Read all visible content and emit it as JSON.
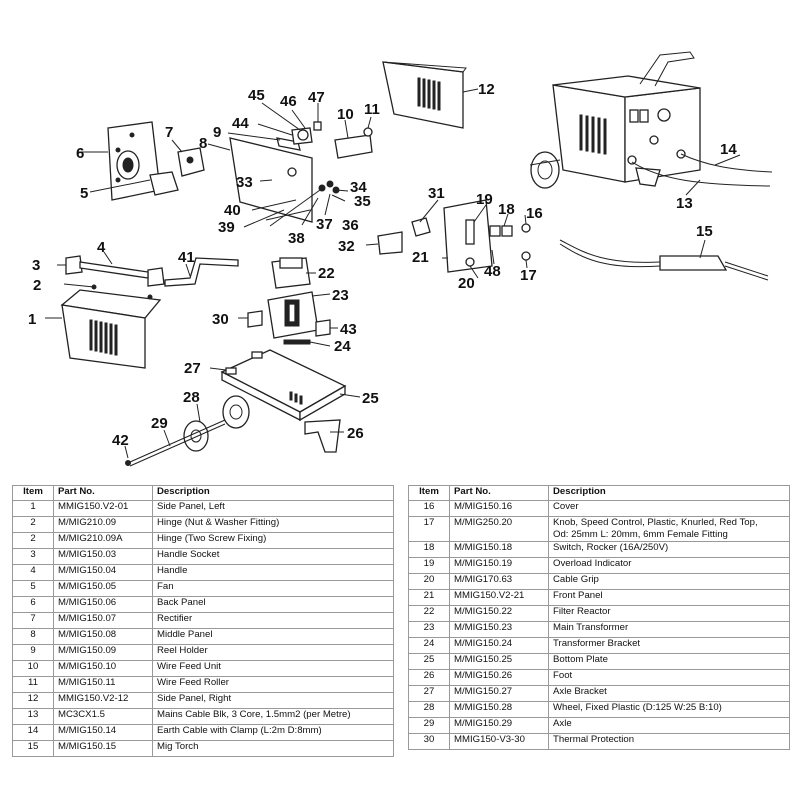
{
  "callouts": [
    "1",
    "2",
    "3",
    "4",
    "5",
    "6",
    "7",
    "8",
    "9",
    "10",
    "11",
    "12",
    "13",
    "14",
    "15",
    "16",
    "17",
    "18",
    "19",
    "20",
    "21",
    "22",
    "23",
    "24",
    "25",
    "26",
    "27",
    "28",
    "29",
    "30",
    "31",
    "32",
    "33",
    "34",
    "35",
    "36",
    "37",
    "38",
    "39",
    "40",
    "41",
    "42",
    "43",
    "44",
    "45",
    "46",
    "47",
    "48"
  ],
  "table": {
    "headers": {
      "item": "Item",
      "part_no": "Part No.",
      "description": "Description"
    },
    "left_rows": [
      {
        "item": "1",
        "part_no": "MMIG150.V2-01",
        "description": "Side Panel, Left"
      },
      {
        "item": "2",
        "part_no": "M/MIG210.09",
        "description": "Hinge (Nut & Washer Fitting)"
      },
      {
        "item": "2",
        "part_no": "M/MIG210.09A",
        "description": "Hinge (Two Screw Fixing)"
      },
      {
        "item": "3",
        "part_no": "M/MIG150.03",
        "description": "Handle Socket"
      },
      {
        "item": "4",
        "part_no": "M/MIG150.04",
        "description": "Handle"
      },
      {
        "item": "5",
        "part_no": "M/MIG150.05",
        "description": "Fan"
      },
      {
        "item": "6",
        "part_no": "M/MIG150.06",
        "description": "Back Panel"
      },
      {
        "item": "7",
        "part_no": "M/MIG150.07",
        "description": "Rectifier"
      },
      {
        "item": "8",
        "part_no": "M/MIG150.08",
        "description": "Middle Panel"
      },
      {
        "item": "9",
        "part_no": "M/MIG150.09",
        "description": "Reel Holder"
      },
      {
        "item": "10",
        "part_no": "M/MIG150.10",
        "description": "Wire Feed Unit"
      },
      {
        "item": "11",
        "part_no": "M/MIG150.11",
        "description": "Wire Feed Roller"
      },
      {
        "item": "12",
        "part_no": "MMIG150.V2-12",
        "description": "Side Panel, Right"
      },
      {
        "item": "13",
        "part_no": "MC3CX1.5",
        "description": "Mains Cable Blk, 3 Core, 1.5mm2 (per Metre)"
      },
      {
        "item": "14",
        "part_no": "M/MIG150.14",
        "description": "Earth Cable with Clamp (L:2m D:8mm)"
      },
      {
        "item": "15",
        "part_no": "M/MIG150.15",
        "description": "Mig Torch"
      }
    ],
    "right_rows": [
      {
        "item": "16",
        "part_no": "M/MIG150.16",
        "description": "Cover"
      },
      {
        "item": "17",
        "part_no": "M/MIG250.20",
        "description": "Knob, Speed Control, Plastic, Knurled, Red Top,",
        "description_2": "Od: 25mm L: 20mm, 6mm Female Fitting"
      },
      {
        "item": "18",
        "part_no": "M/MIG150.18",
        "description": "Switch, Rocker (16A/250V)"
      },
      {
        "item": "19",
        "part_no": "M/MIG150.19",
        "description": "Overload Indicator"
      },
      {
        "item": "20",
        "part_no": "M/MIG170.63",
        "description": "Cable Grip"
      },
      {
        "item": "21",
        "part_no": "MMIG150.V2-21",
        "description": "Front Panel"
      },
      {
        "item": "22",
        "part_no": "M/MIG150.22",
        "description": "Filter Reactor"
      },
      {
        "item": "23",
        "part_no": "M/MIG150.23",
        "description": "Main Transformer"
      },
      {
        "item": "24",
        "part_no": "M/MIG150.24",
        "description": "Transformer Bracket"
      },
      {
        "item": "25",
        "part_no": "M/MIG150.25",
        "description": "Bottom Plate"
      },
      {
        "item": "26",
        "part_no": "M/MIG150.26",
        "description": "Foot"
      },
      {
        "item": "27",
        "part_no": "M/MIG150.27",
        "description": "Axle Bracket"
      },
      {
        "item": "28",
        "part_no": "M/MIG150.28",
        "description": "Wheel, Fixed Plastic (D:125 W:25 B:10)"
      },
      {
        "item": "29",
        "part_no": "M/MIG150.29",
        "description": "Axle"
      },
      {
        "item": "30",
        "part_no": "MMIG150-V3-30",
        "description": "Thermal Protection"
      }
    ]
  }
}
